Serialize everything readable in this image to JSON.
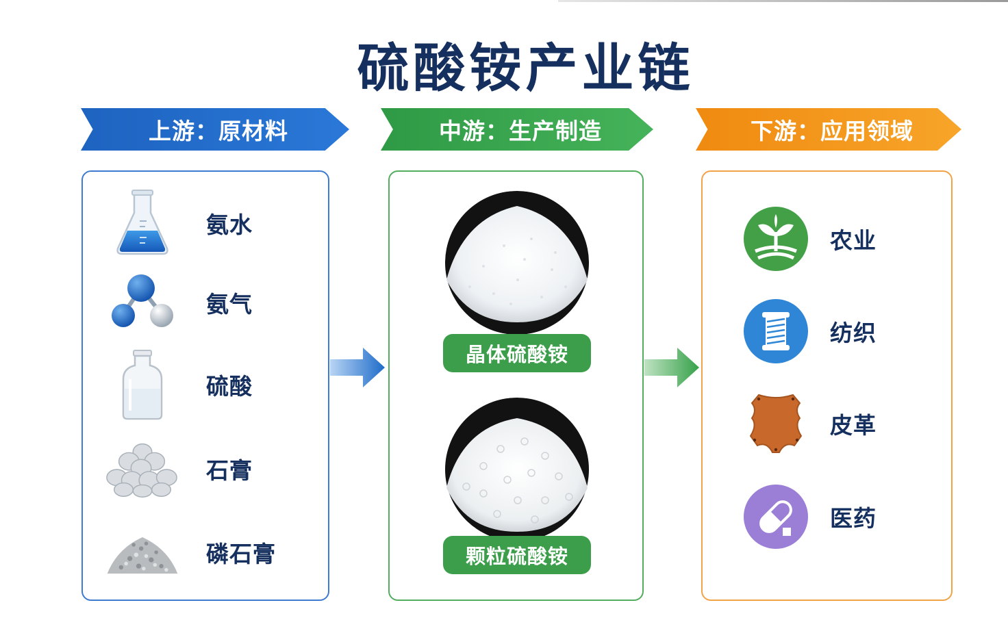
{
  "title": "硫酸铵产业链",
  "stages": [
    {
      "label": "上游：原材料",
      "color": "#1e63c0",
      "items": [
        {
          "label": "氨水",
          "icon": "flask-icon"
        },
        {
          "label": "氨气",
          "icon": "molecule-icon"
        },
        {
          "label": "硫酸",
          "icon": "bottle-icon"
        },
        {
          "label": "石膏",
          "icon": "gypsum-rocks-icon"
        },
        {
          "label": "磷石膏",
          "icon": "phosphogypsum-pile-icon"
        }
      ]
    },
    {
      "label": "中游：生产制造",
      "color": "#2f9a45",
      "items": [
        {
          "label": "晶体硫酸铵",
          "icon": "crystal-pile-image"
        },
        {
          "label": "颗粒硫酸铵",
          "icon": "granule-pile-image"
        }
      ]
    },
    {
      "label": "下游：应用领域",
      "color": "#f08a10",
      "items": [
        {
          "label": "农业",
          "icon": "sprout-icon",
          "color": "#43a047"
        },
        {
          "label": "纺织",
          "icon": "thread-spool-icon",
          "color": "#2f86d6"
        },
        {
          "label": "皮革",
          "icon": "leather-hide-icon",
          "color": "#c8682a"
        },
        {
          "label": "医药",
          "icon": "capsule-icon",
          "color": "#9b7fd6"
        }
      ]
    }
  ]
}
